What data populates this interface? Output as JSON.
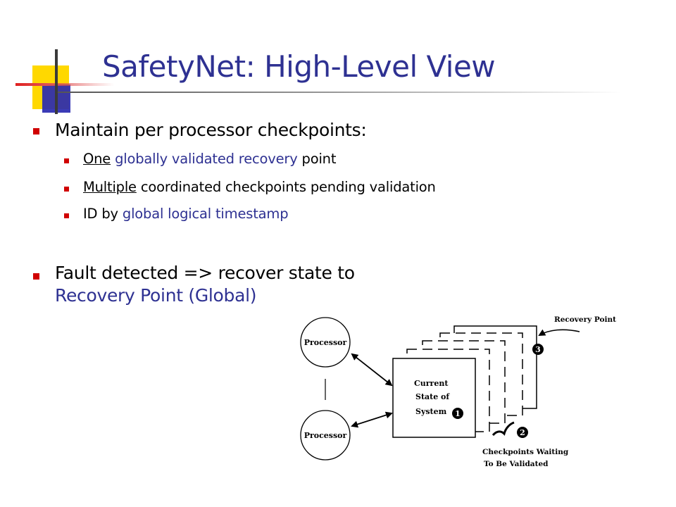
{
  "slide": {
    "title": "SafetyNet: High-Level View",
    "bullets": {
      "b1": "Maintain per processor checkpoints:",
      "sub1": {
        "u": "One",
        "blue": "globally validated recovery",
        "rest": "point"
      },
      "sub2": {
        "u": "Multiple",
        "rest": "coordinated checkpoints pending validation"
      },
      "sub3": {
        "plain": "ID by",
        "blue": "global logical timestamp"
      },
      "b2_line1": "Fault detected => recover state to",
      "b2_line2": "Recovery Point (Global)"
    }
  },
  "diagram": {
    "processor_top": "Processor",
    "processor_bottom": "Processor",
    "current_state": [
      "Current",
      "State of",
      "System"
    ],
    "recovery_point_label": "Recovery Point",
    "checkpoints_label": [
      "Checkpoints Waiting",
      "To Be Validated"
    ],
    "markers": [
      "1",
      "2",
      "3"
    ]
  },
  "colors": {
    "title": "#2e3192",
    "bullet": "#d00000",
    "accent_blue": "#2e3192"
  }
}
